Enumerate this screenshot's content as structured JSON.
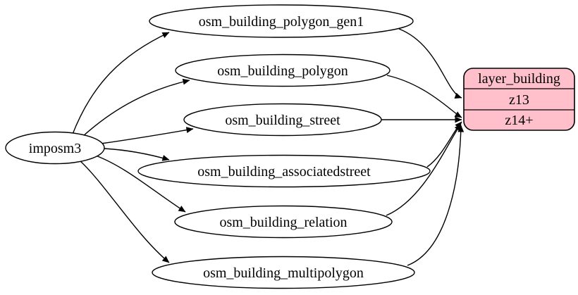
{
  "diagram": {
    "type": "dependency-graph",
    "background_color": "#ffffff",
    "edge_color": "#000000",
    "source_node": {
      "label": "imposm3"
    },
    "tables": [
      {
        "label": "osm_building_polygon_gen1"
      },
      {
        "label": "osm_building_polygon"
      },
      {
        "label": "osm_building_street"
      },
      {
        "label": "osm_building_associatedstreet"
      },
      {
        "label": "osm_building_relation"
      },
      {
        "label": "osm_building_multipolygon"
      }
    ],
    "layer": {
      "title": "layer_building",
      "zoom_rows": [
        {
          "label": "z13"
        },
        {
          "label": "z14+"
        }
      ],
      "fill": "#ffc0cb",
      "border": "#000000"
    },
    "edges": [
      {
        "from": "imposm3",
        "to": "osm_building_polygon_gen1"
      },
      {
        "from": "imposm3",
        "to": "osm_building_polygon"
      },
      {
        "from": "imposm3",
        "to": "osm_building_street"
      },
      {
        "from": "imposm3",
        "to": "osm_building_associatedstreet"
      },
      {
        "from": "imposm3",
        "to": "osm_building_relation"
      },
      {
        "from": "imposm3",
        "to": "osm_building_multipolygon"
      },
      {
        "from": "osm_building_polygon_gen1",
        "to": "layer_building:z13"
      },
      {
        "from": "osm_building_polygon",
        "to": "layer_building:z14+"
      },
      {
        "from": "osm_building_street",
        "to": "layer_building:z14+"
      },
      {
        "from": "osm_building_associatedstreet",
        "to": "layer_building:z14+"
      },
      {
        "from": "osm_building_relation",
        "to": "layer_building:z14+"
      },
      {
        "from": "osm_building_multipolygon",
        "to": "layer_building:z14+"
      }
    ]
  }
}
